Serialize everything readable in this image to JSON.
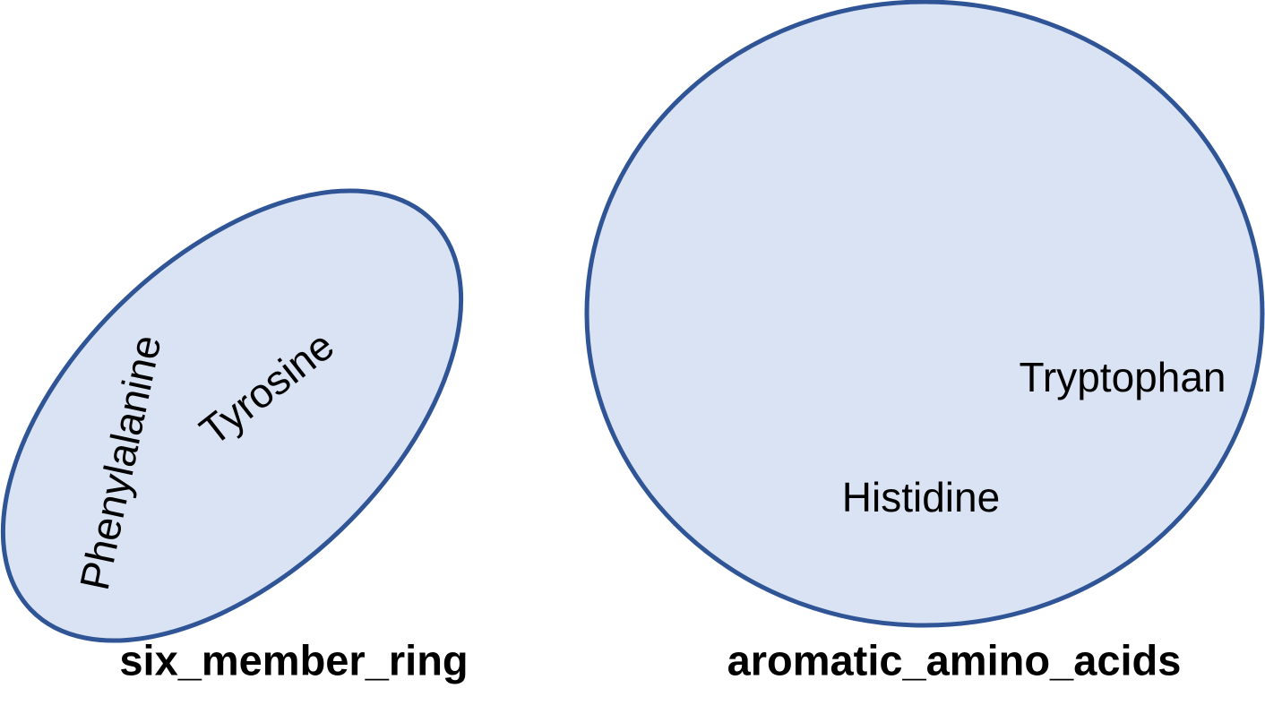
{
  "colors": {
    "set_fill": "#dae3f3",
    "set_stroke": "#2f5597",
    "text": "#000000"
  },
  "sets": [
    {
      "title": "six_member_ring",
      "members": [
        "Phenylalanine",
        "Tyrosine"
      ]
    },
    {
      "title": "aromatic_amino_acids",
      "members": [
        "Tryptophan",
        "Histidine"
      ]
    }
  ]
}
